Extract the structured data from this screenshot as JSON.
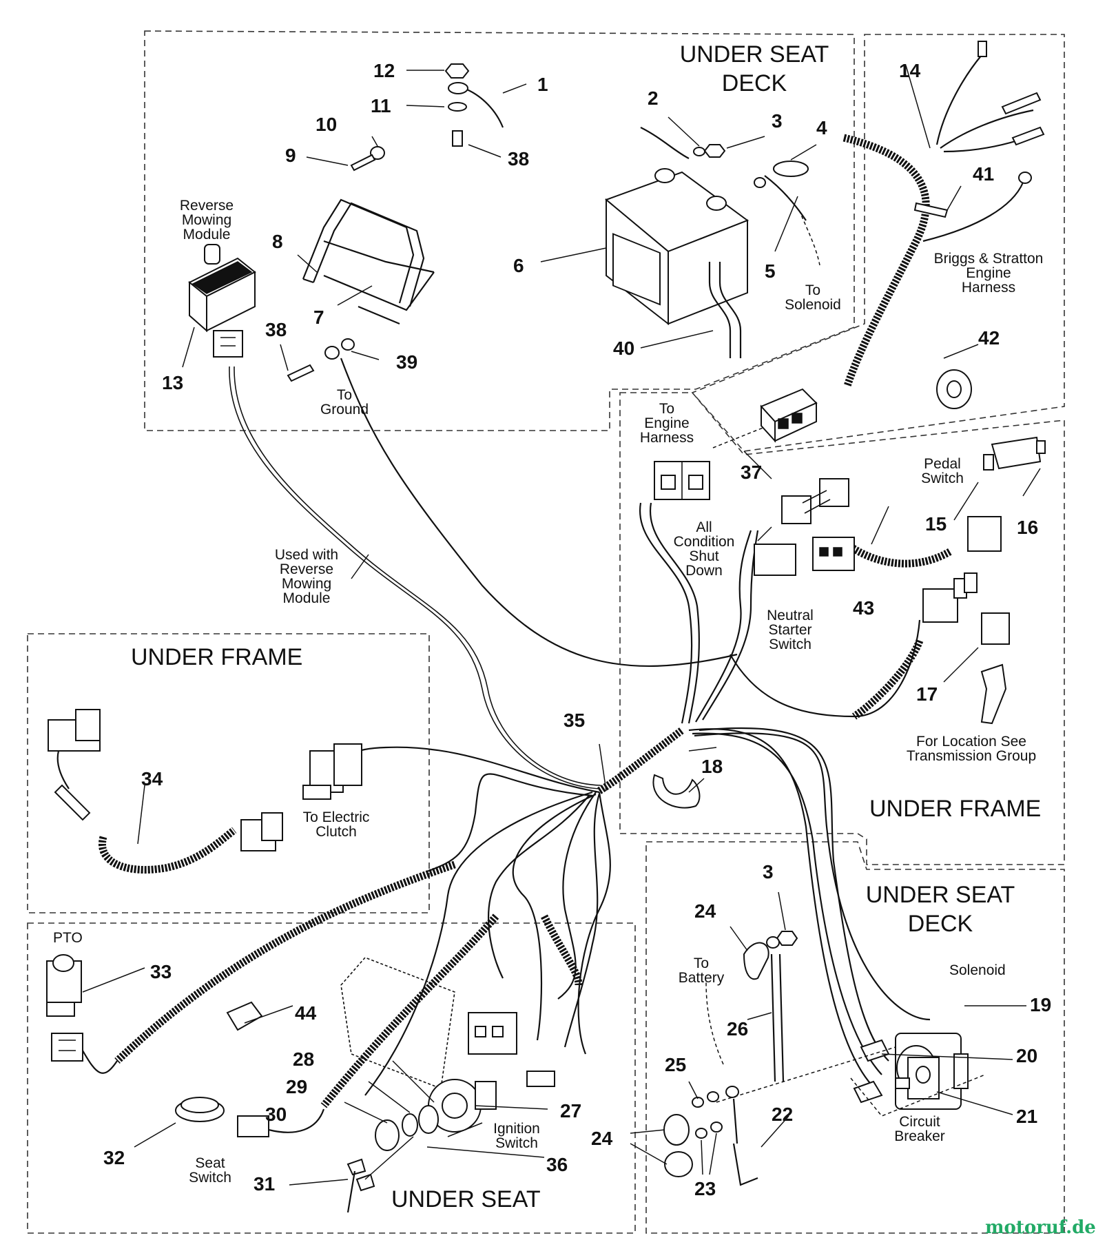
{
  "zones": {
    "under_seat_deck_top": "UNDER SEAT\nDECK",
    "under_frame_left": "UNDER FRAME",
    "under_frame_right": "UNDER FRAME",
    "under_seat_deck_bottom": "UNDER SEAT\nDECK",
    "under_seat": "UNDER SEAT"
  },
  "labels": {
    "reverse_mowing_module": "Reverse\nMowing\nModule",
    "to_solenoid": "To\nSolenoid",
    "to_ground": "To\nGround",
    "briggs_harness": "Briggs & Stratton\nEngine\nHarness",
    "to_engine_harness": "To\nEngine\nHarness",
    "pedal_switch": "Pedal\nSwitch",
    "all_condition": "All\nCondition\nShut\nDown",
    "neutral_starter": "Neutral\nStarter\nSwitch",
    "used_with_rmm": "Used with\nReverse\nMowing\nModule",
    "for_location": "For Location See\nTransmission Group",
    "to_electric_clutch": "To Electric\nClutch",
    "pto": "PTO",
    "solenoid": "Solenoid",
    "to_battery": "To\nBattery",
    "circuit_breaker": "Circuit\nBreaker",
    "ignition_switch": "Ignition\nSwitch",
    "seat_switch": "Seat\nSwitch"
  },
  "callouts": {
    "c1": "1",
    "c2": "2",
    "c3a": "3",
    "c3b": "3",
    "c4": "4",
    "c5": "5",
    "c6": "6",
    "c7": "7",
    "c8": "8",
    "c9": "9",
    "c10": "10",
    "c11": "11",
    "c12": "12",
    "c13": "13",
    "c14": "14",
    "c15": "15",
    "c16": "16",
    "c17": "17",
    "c18": "18",
    "c19": "19",
    "c20": "20",
    "c21": "21",
    "c22": "22",
    "c23": "23",
    "c24a": "24",
    "c24b": "24",
    "c25": "25",
    "c26": "26",
    "c27": "27",
    "c28": "28",
    "c29": "29",
    "c30": "30",
    "c31": "31",
    "c32": "32",
    "c33": "33",
    "c34": "34",
    "c35": "35",
    "c36": "36",
    "c37": "37",
    "c38a": "38",
    "c38b": "38",
    "c39": "39",
    "c40": "40",
    "c41": "41",
    "c42": "42",
    "c43": "43",
    "c44": "44"
  },
  "watermark": "motoruf.de"
}
